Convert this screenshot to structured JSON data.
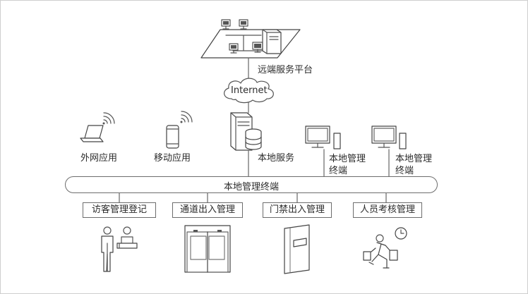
{
  "remote_platform": {
    "label": "远端服务平台"
  },
  "internet": {
    "label": "Internet"
  },
  "clients": [
    {
      "label": "外网应用"
    },
    {
      "label": "移动应用"
    },
    {
      "label": "本地服务"
    },
    {
      "label": "本地管理\n终端"
    },
    {
      "label": "本地管理\n终端"
    }
  ],
  "bus": {
    "label": "本地管理终端"
  },
  "modules": [
    {
      "label": "访客管理登记",
      "icon": "visitor-icon"
    },
    {
      "label": "通道出入管理",
      "icon": "passage-gate-icon"
    },
    {
      "label": "门禁出入管理",
      "icon": "door-icon"
    },
    {
      "label": "人员考核管理",
      "icon": "attendance-icon"
    }
  ]
}
